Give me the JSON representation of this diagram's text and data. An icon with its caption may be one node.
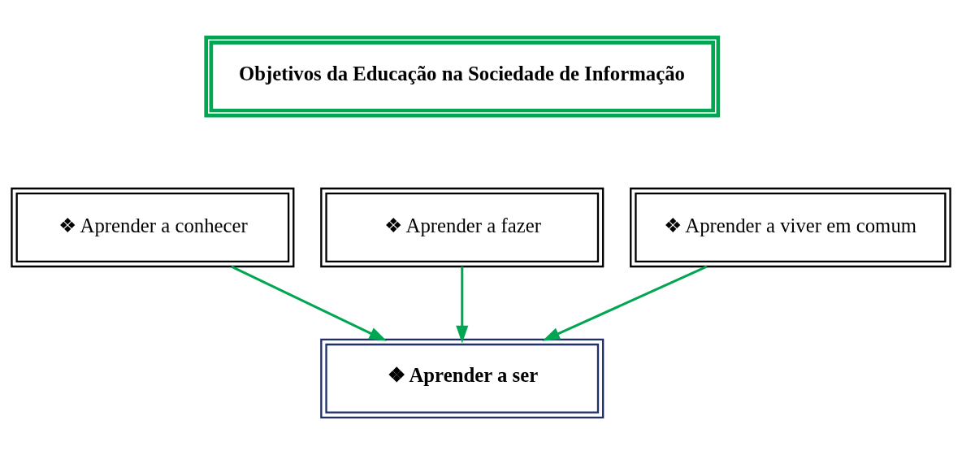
{
  "diagram": {
    "nodes": [
      {
        "text": [
          "Objetivos da Educação na Sociedade de Informação"
        ]
      },
      {
        "text": [
          "❖ Aprender a conhecer"
        ]
      },
      {
        "text": [
          "❖ Aprender a fazer"
        ]
      },
      {
        "text": [
          "❖ Aprender a viver em comum"
        ]
      },
      {
        "text": [
          "❖ Aprender a ser"
        ]
      }
    ],
    "edges": [
      {
        "from": 1,
        "to": 4,
        "arrow": "to",
        "color": "#00a651"
      },
      {
        "from": 2,
        "to": 4,
        "arrow": "to",
        "color": "#00a651"
      },
      {
        "from": 3,
        "to": 4,
        "arrow": "to",
        "color": "#00a651"
      }
    ]
  }
}
